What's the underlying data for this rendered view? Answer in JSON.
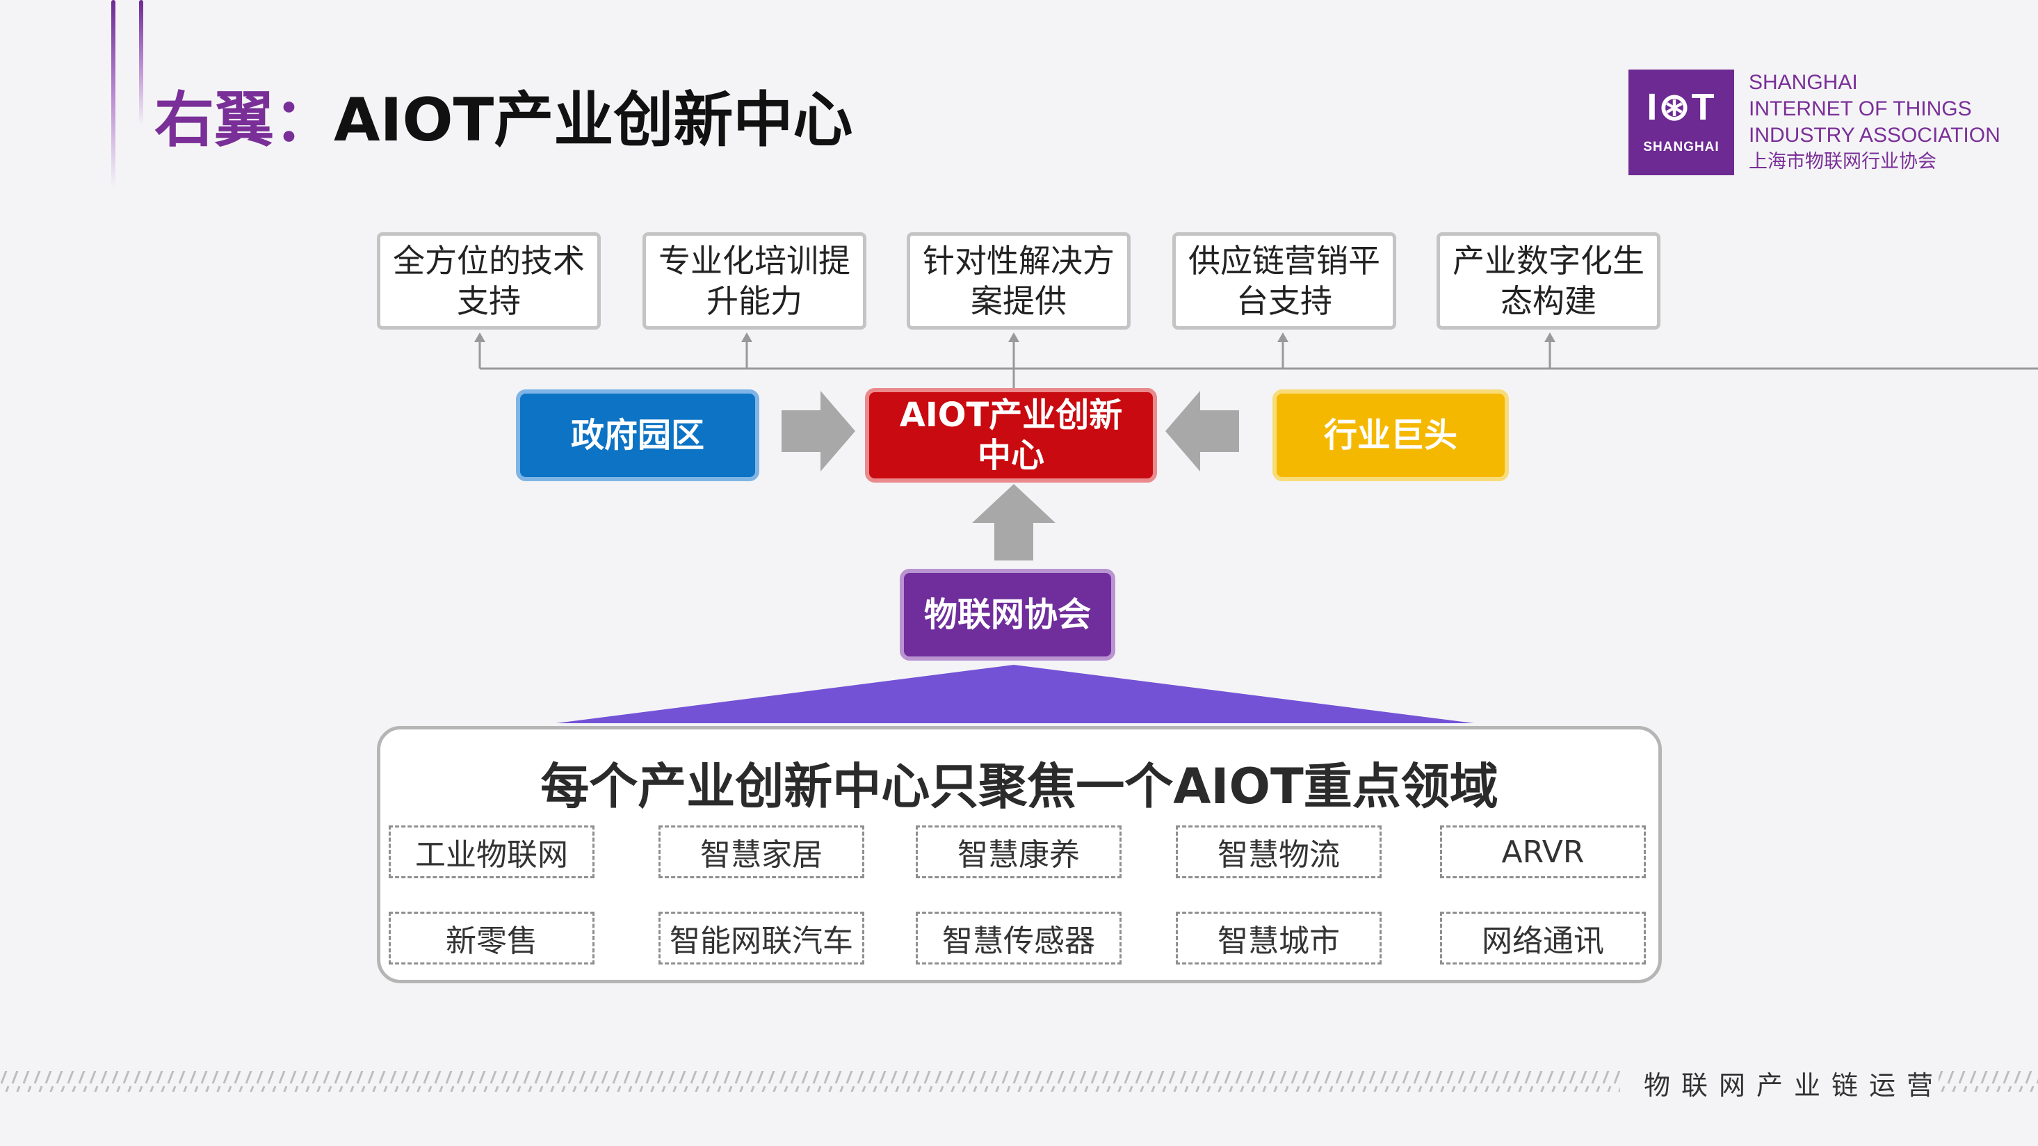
{
  "header": {
    "title_prefix": "右翼",
    "title_colon": "：",
    "title_main": "AIOT产业创新中心"
  },
  "logo": {
    "mark": "I⊛T",
    "badge": "SHANGHAI",
    "lines": [
      "SHANGHAI",
      "INTERNET OF THINGS",
      "INDUSTRY ASSOCIATION"
    ],
    "cn_name": "上海市物联网行业协会",
    "color": "#6d2a92"
  },
  "services": [
    "全方位的技术支持",
    "专业化培训提升能力",
    "针对性解决方案提供",
    "供应链营销平台支持",
    "产业数字化生态构建"
  ],
  "nodes": {
    "government": {
      "label": "政府园区",
      "color": "#0d73c4"
    },
    "center": {
      "label": "AIOT产业创新中心",
      "color": "#c90a10"
    },
    "industry": {
      "label": "行业巨头",
      "color": "#f5b800"
    },
    "association": {
      "label": "物联网协会",
      "color": "#6f2e9b"
    }
  },
  "domains_panel": {
    "title": "每个产业创新中心只聚焦一个AIOT重点领域",
    "row1": [
      "工业物联网",
      "智慧家居",
      "智慧康养",
      "智慧物流",
      "ARVR"
    ],
    "row2": [
      "新零售",
      "智能网联汽车",
      "智慧传感器",
      "智慧城市",
      "网络通讯"
    ]
  },
  "footer": {
    "text": "物联网产业链运营"
  },
  "colors": {
    "accent": "#7a2f98",
    "arrow_gray": "#a8a8a8",
    "triangle": "#7452d6"
  }
}
